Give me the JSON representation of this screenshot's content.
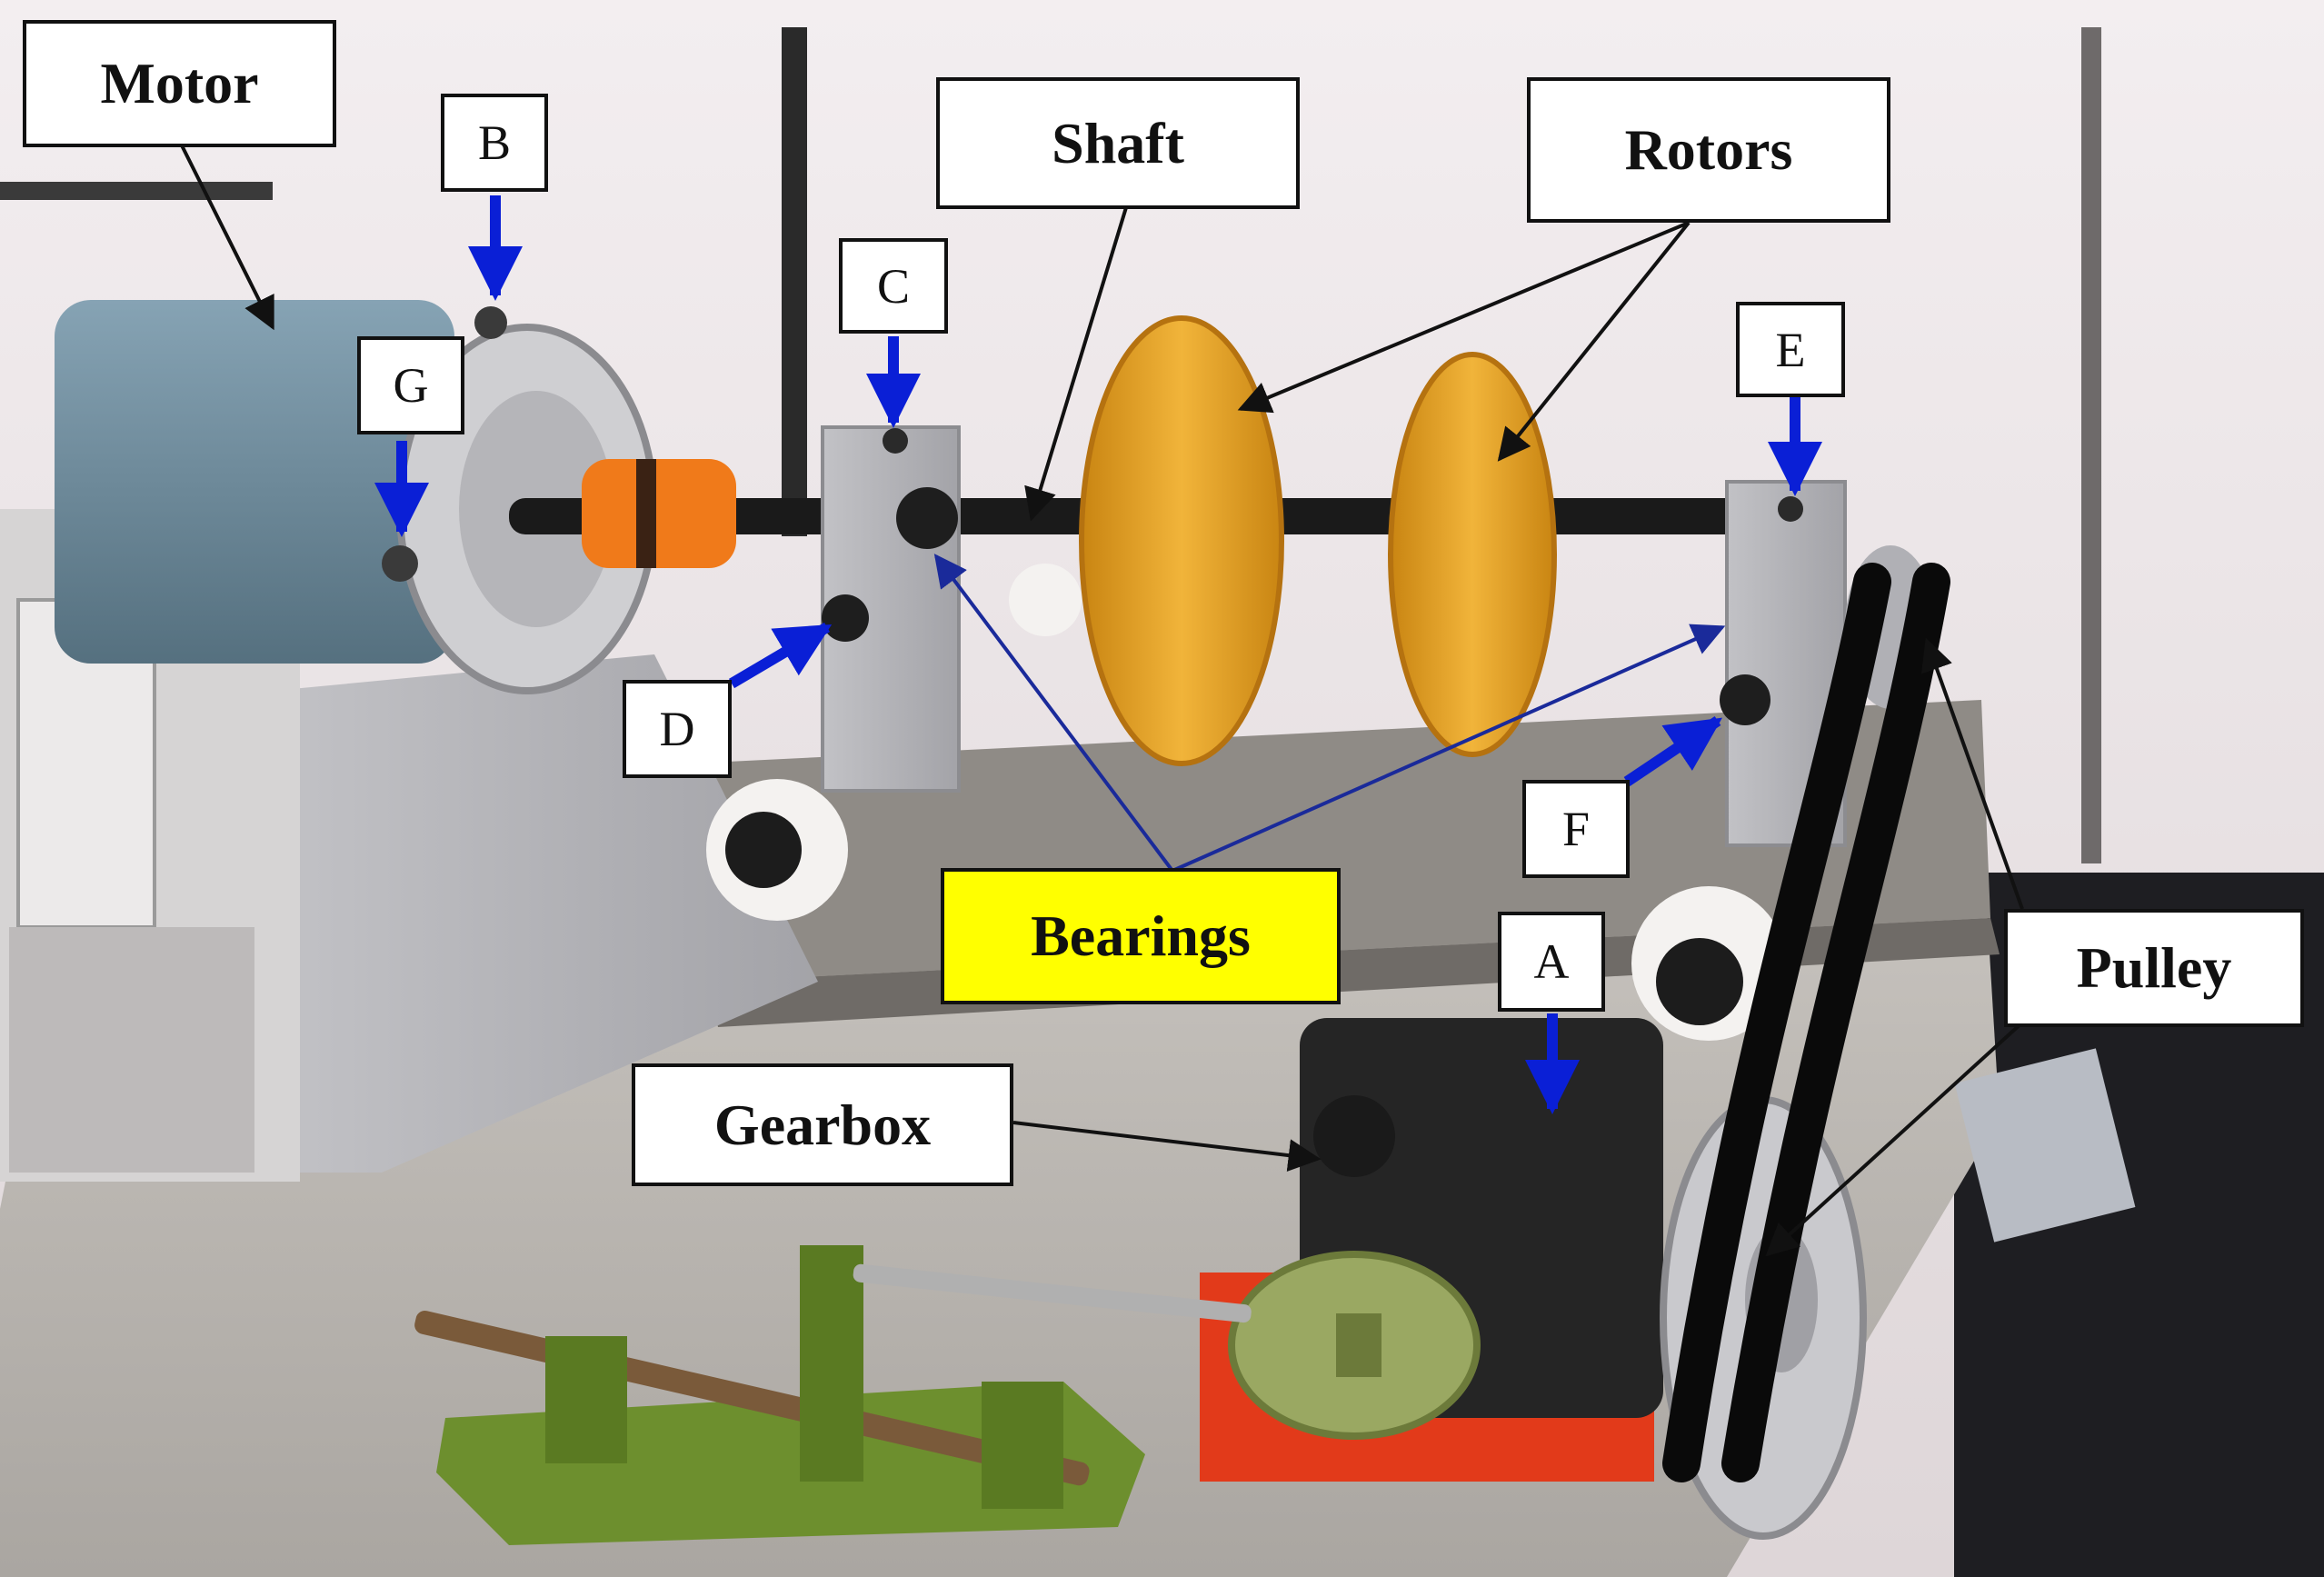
{
  "labels": {
    "motor": "Motor",
    "shaft": "Shaft",
    "rotors": "Rotors",
    "bearings": "Bearings",
    "gearbox": "Gearbox",
    "pulley": "Pulley",
    "A": "A",
    "B": "B",
    "C": "C",
    "D": "D",
    "E": "E",
    "F": "F",
    "G": "G"
  },
  "colors": {
    "callout_arrow": "#111111",
    "point_arrow": "#0a1fd6",
    "bearings_arrow": "#1a2a9a",
    "bearings_highlight": "#ffff00",
    "rotor": "#e3a21f",
    "coupling": "#f07a1a",
    "motor": "#6c8a9c",
    "belt": "#0a0a0a",
    "table": "#b8b4ae"
  }
}
